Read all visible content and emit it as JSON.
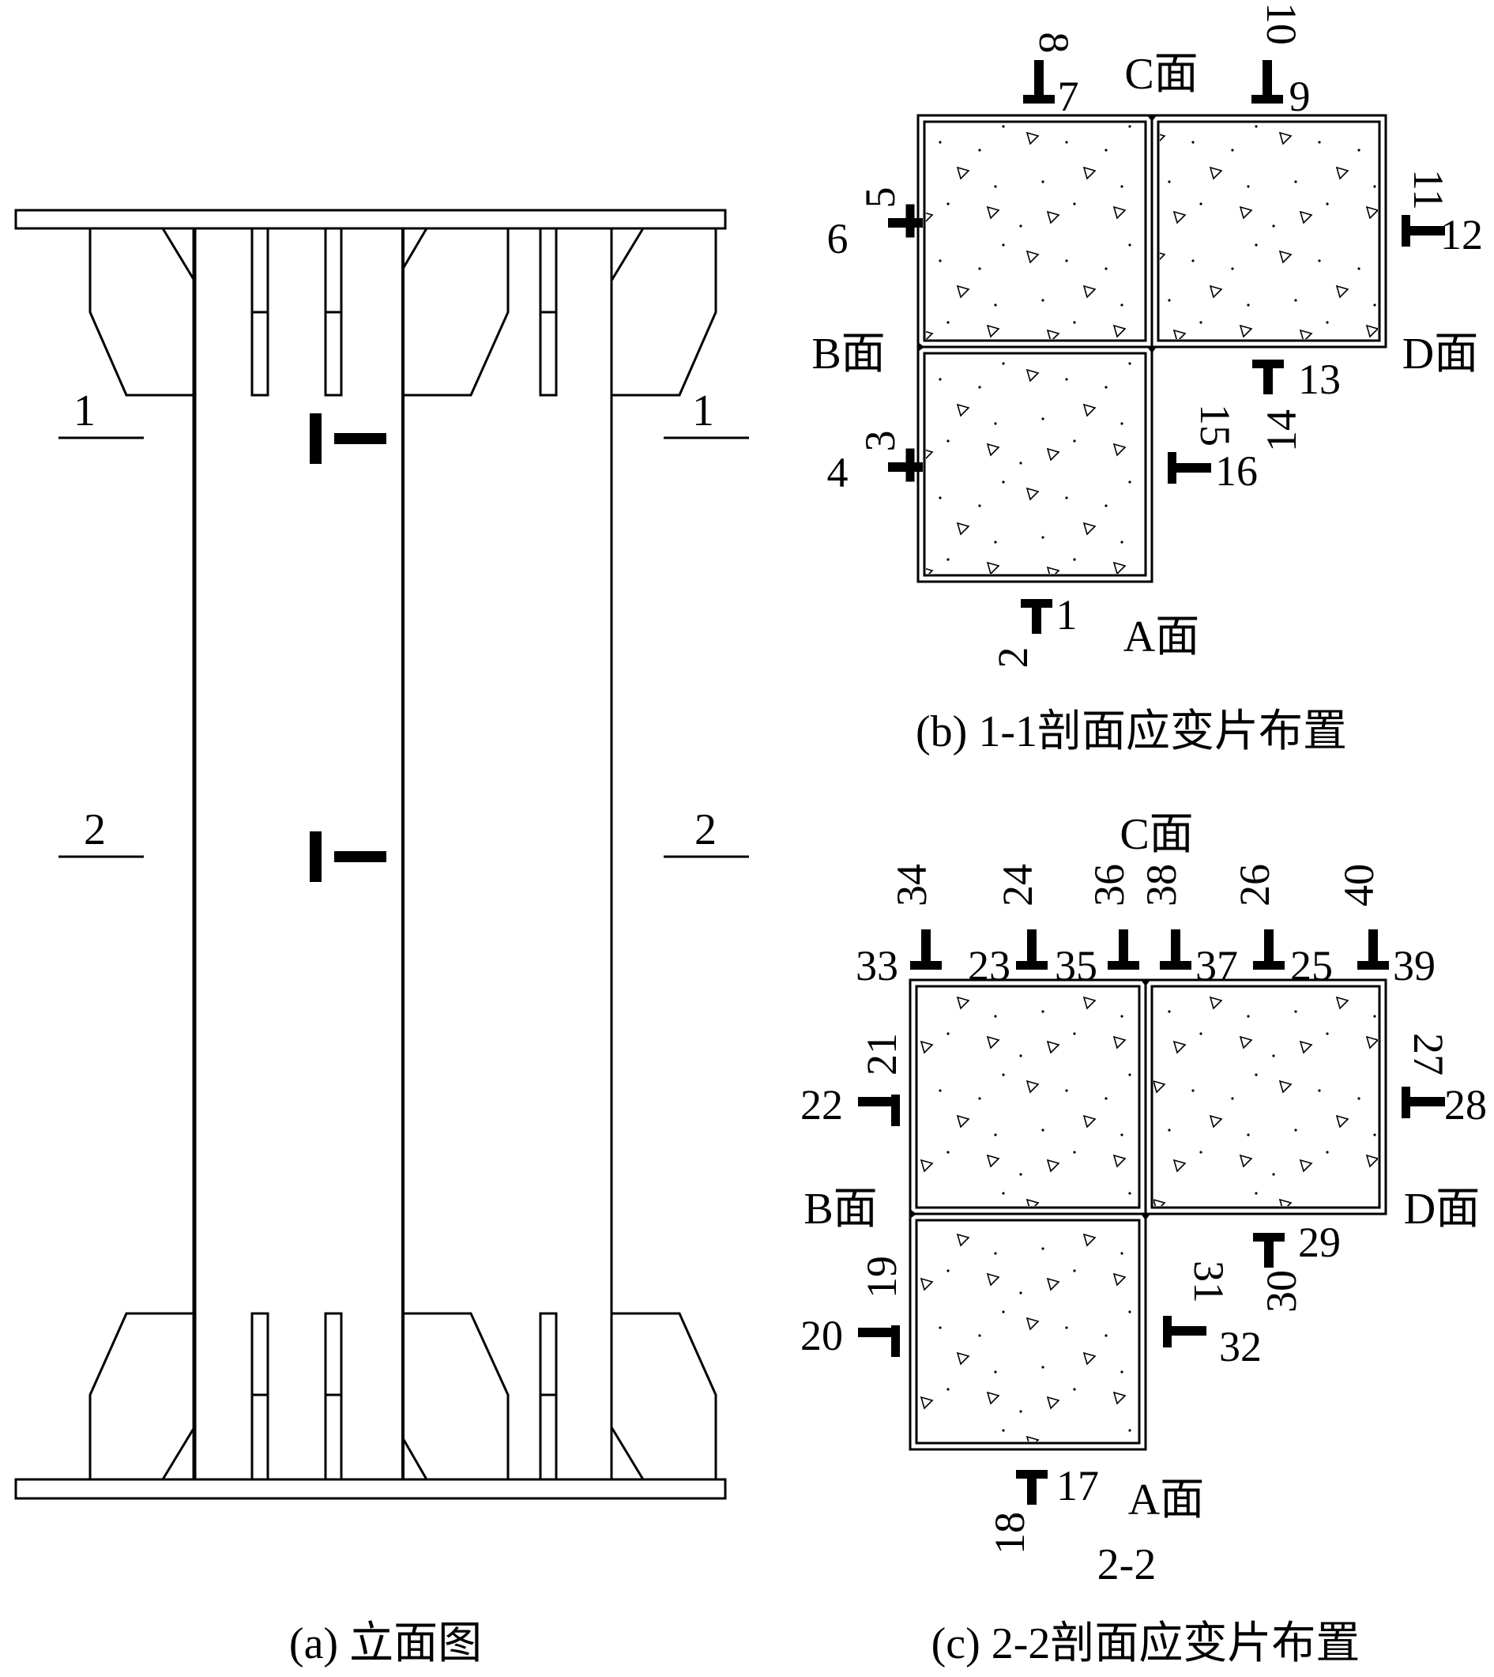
{
  "captions": {
    "a": "(a) 立面图",
    "b": "(b) 1-1剖面应变片布置",
    "c": "(c) 2-2剖面应变片布置"
  },
  "elevation": {
    "section1_left": "1",
    "section1_right": "1",
    "section2_left": "2",
    "section2_right": "2"
  },
  "section1": {
    "faces": {
      "A": "A面",
      "B": "B面",
      "C": "C面",
      "D": "D面"
    },
    "gauges": [
      "1",
      "2",
      "3",
      "4",
      "5",
      "6",
      "7",
      "8",
      "9",
      "10",
      "11",
      "12",
      "13",
      "14",
      "15",
      "16"
    ]
  },
  "section2": {
    "title": "2-2",
    "faces": {
      "A": "A面",
      "B": "B面",
      "C": "C面",
      "D": "D面"
    },
    "gauges": [
      "17",
      "18",
      "19",
      "20",
      "21",
      "22",
      "23",
      "24",
      "25",
      "26",
      "27",
      "28",
      "29",
      "30",
      "31",
      "32",
      "33",
      "34",
      "35",
      "36",
      "37",
      "38",
      "39",
      "40"
    ]
  }
}
